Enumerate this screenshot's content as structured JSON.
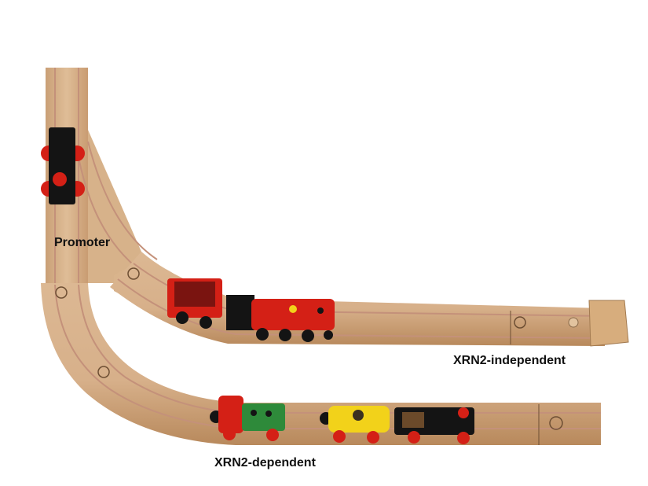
{
  "labels": {
    "promoter": "Promoter",
    "xrn2_independent": "XRN2-independent",
    "xrn2_dependent": "XRN2-dependent"
  },
  "colors": {
    "background": "#ffffff",
    "wood": "#d9b48c",
    "wood_dark": "#b8875a",
    "groove": "#c99a78",
    "train_red": "#d42016",
    "train_black": "#141414",
    "train_green": "#2e8a3a",
    "train_yellow": "#f2d21a",
    "text": "#111111"
  },
  "objects": {
    "track_pieces": [
      "straight-vertical",
      "switch",
      "curve-upper",
      "straight-upper",
      "end-buffer",
      "curve-lower",
      "straight-lower"
    ],
    "trains": [
      "black-engine-promoter",
      "red-tender",
      "red-engine",
      "red-green-engine",
      "yellow-tanker",
      "black-engine"
    ]
  }
}
